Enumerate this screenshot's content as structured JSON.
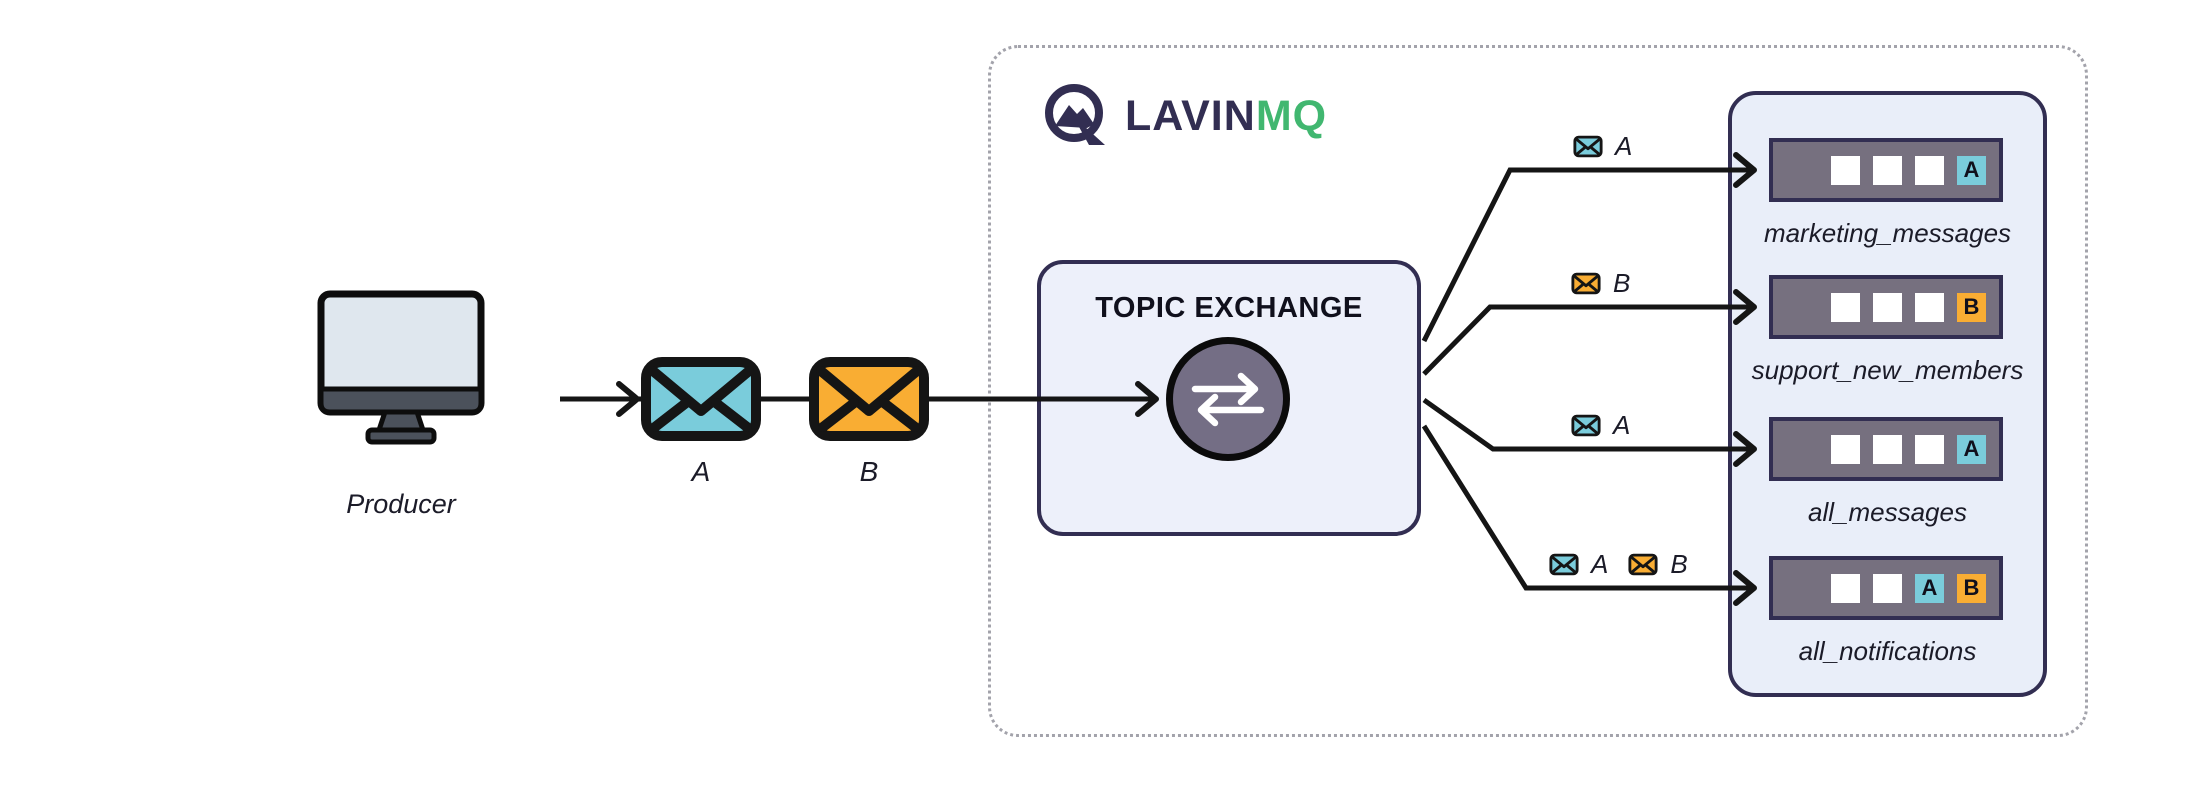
{
  "colors": {
    "message-a": "#7accdb",
    "message-b": "#f9ad33",
    "navy": "#322e52",
    "logo-green": "#41b770",
    "producer-fill": "#dfe7ee",
    "exchange-fill": "#edf0fa",
    "panel-fill": "#e9eef9",
    "queue-bar": "#76707f",
    "exchange-circle": "#746e85",
    "dashed-border": "#a3a3ab"
  },
  "producer": {
    "label": "Producer",
    "icon": "desktop-monitor"
  },
  "published_messages": [
    {
      "label": "A",
      "type": "a"
    },
    {
      "label": "B",
      "type": "b"
    }
  ],
  "broker": {
    "logo": {
      "brand_primary": "LAVIN",
      "brand_secondary": "MQ"
    },
    "exchange": {
      "title": "TOPIC EXCHANGE",
      "icon": "swap-arrows"
    }
  },
  "routes": [
    {
      "messages": [
        {
          "label": "A",
          "type": "a"
        }
      ]
    },
    {
      "messages": [
        {
          "label": "B",
          "type": "b"
        }
      ]
    },
    {
      "messages": [
        {
          "label": "A",
          "type": "a"
        }
      ]
    },
    {
      "messages": [
        {
          "label": "A",
          "type": "a"
        },
        {
          "label": "B",
          "type": "b"
        }
      ]
    }
  ],
  "queues": [
    {
      "label": "marketing_messages",
      "slots": [
        {
          "type": "empty",
          "label": ""
        },
        {
          "type": "empty",
          "label": ""
        },
        {
          "type": "empty",
          "label": ""
        },
        {
          "type": "a",
          "label": "A"
        }
      ]
    },
    {
      "label": "support_new_members",
      "slots": [
        {
          "type": "empty",
          "label": ""
        },
        {
          "type": "empty",
          "label": ""
        },
        {
          "type": "empty",
          "label": ""
        },
        {
          "type": "b",
          "label": "B"
        }
      ]
    },
    {
      "label": "all_messages",
      "slots": [
        {
          "type": "empty",
          "label": ""
        },
        {
          "type": "empty",
          "label": ""
        },
        {
          "type": "empty",
          "label": ""
        },
        {
          "type": "a",
          "label": "A"
        }
      ]
    },
    {
      "label": "all_notifications",
      "slots": [
        {
          "type": "empty",
          "label": ""
        },
        {
          "type": "empty",
          "label": ""
        },
        {
          "type": "a",
          "label": "A"
        },
        {
          "type": "b",
          "label": "B"
        }
      ]
    }
  ]
}
